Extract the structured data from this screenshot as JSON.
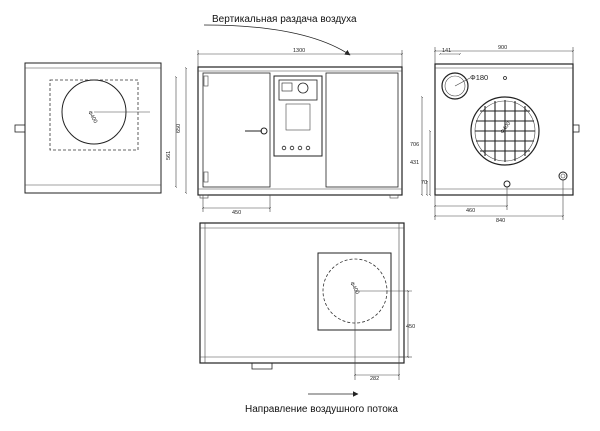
{
  "captions": {
    "top": "Вертикальная раздача воздуха",
    "bottom": "Направление воздушного потока"
  },
  "left_view": {
    "duct_diameter": "Ф400"
  },
  "front_view": {
    "width": "1300",
    "height": "650",
    "inner_height": "561",
    "offset": "450"
  },
  "side_view": {
    "top_offset": "141",
    "width": "900",
    "small_duct": "Ф180",
    "large_duct": "Ф400",
    "height_1": "706",
    "height_2": "431",
    "height_3": "70",
    "bottom_1": "460",
    "bottom_2": "840"
  },
  "bottom_view": {
    "duct_diameter": "Ф400",
    "height": "450",
    "offset": "282"
  }
}
